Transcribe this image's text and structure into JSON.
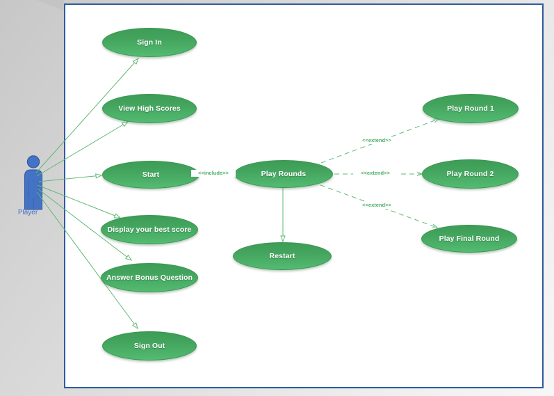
{
  "actor": {
    "label": "Player"
  },
  "use_cases": [
    {
      "id": "sign-in",
      "label": "Sign In"
    },
    {
      "id": "view-high-scores",
      "label": "View High Scores"
    },
    {
      "id": "start",
      "label": "Start"
    },
    {
      "id": "display-your-best-score",
      "label": "Display your best score"
    },
    {
      "id": "answer-bonus-question",
      "label": "Answer Bonus Question"
    },
    {
      "id": "sign-out",
      "label": "Sign Out"
    },
    {
      "id": "play-rounds",
      "label": "Play Rounds"
    },
    {
      "id": "restart",
      "label": "Restart"
    },
    {
      "id": "play-round-1",
      "label": "Play Round 1"
    },
    {
      "id": "play-round-2",
      "label": "Play Round 2"
    },
    {
      "id": "play-final-round",
      "label": "Play Final Round"
    }
  ],
  "relationships": {
    "include_label": "<<include>>",
    "extend_label": "<<extend>>",
    "associations": [
      {
        "from": "Player",
        "to": "Sign In",
        "type": "association"
      },
      {
        "from": "Player",
        "to": "View High Scores",
        "type": "association"
      },
      {
        "from": "Player",
        "to": "Start",
        "type": "association"
      },
      {
        "from": "Player",
        "to": "Display your best score",
        "type": "association"
      },
      {
        "from": "Player",
        "to": "Answer Bonus Question",
        "type": "association"
      },
      {
        "from": "Player",
        "to": "Sign Out",
        "type": "association"
      },
      {
        "from": "Play Rounds",
        "to": "Restart",
        "type": "association"
      },
      {
        "from": "Start",
        "to": "Play Rounds",
        "type": "include"
      },
      {
        "from": "Play Rounds",
        "to": "Play Round 1",
        "type": "extend"
      },
      {
        "from": "Play Rounds",
        "to": "Play Round 2",
        "type": "extend"
      },
      {
        "from": "Play Rounds",
        "to": "Play Final Round",
        "type": "extend"
      }
    ]
  },
  "colors": {
    "use_case_fill": "#44a55f",
    "use_case_border": "#3a9552",
    "connector": "#5eb975",
    "relationship_label": "#4fae68",
    "actor_fill": "#4472c4",
    "actor_border": "#2f5597",
    "canvas_border": "#2f5b9d",
    "canvas_background": "#ffffff"
  }
}
